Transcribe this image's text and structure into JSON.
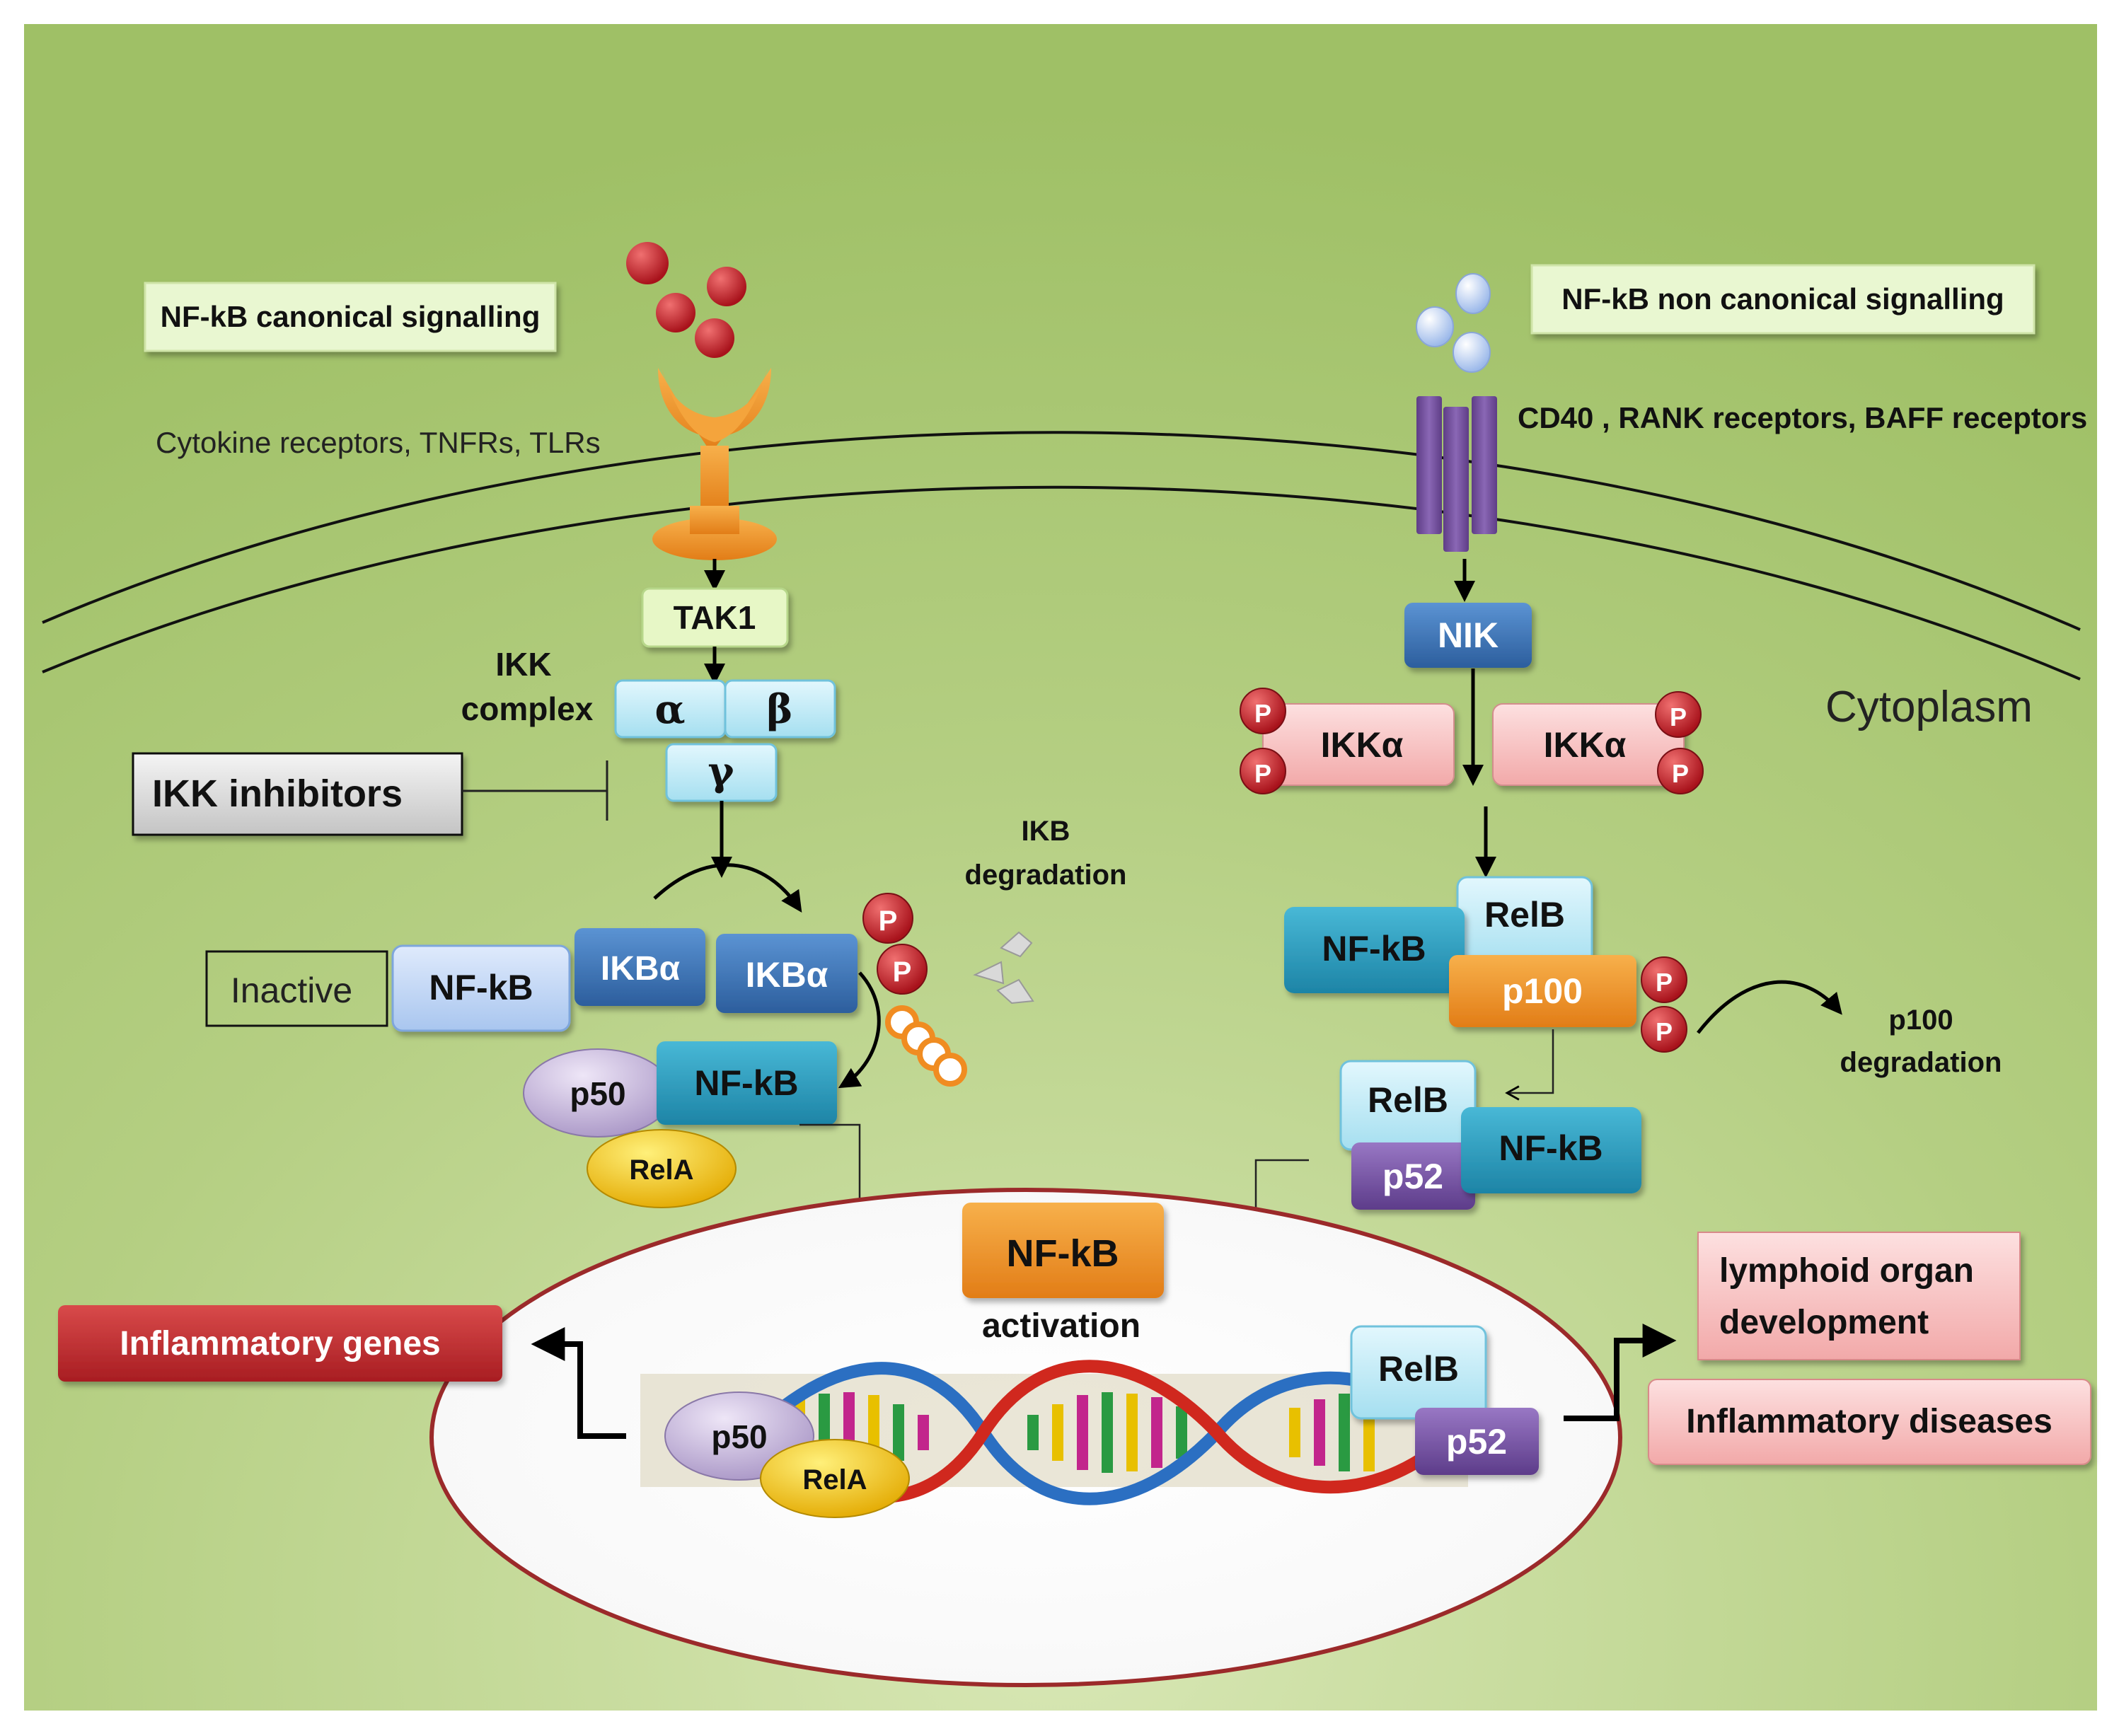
{
  "labels": {
    "canonical_title": "NF-kB canonical signalling",
    "noncanonical_title": "NF-kB non canonical signalling",
    "canonical_receptors": "Cytokine receptors,  TNFRs, TLRs",
    "noncanonical_receptors": "CD40 , RANK receptors, BAFF receptors",
    "cytoplasm": "Cytoplasm",
    "tak1": "TAK1",
    "ikk_complex_line1": "IKK",
    "ikk_complex_line2": "complex",
    "ikk_alpha": "α",
    "ikk_beta": "β",
    "ikk_gamma": "γ",
    "ikk_inhibitors": "IKK inhibitors",
    "ikb_degradation_line1": "IKB",
    "ikb_degradation_line2": "degradation",
    "inactive": "Inactive",
    "nfkb": "NF-kB",
    "ikba": "IKBα",
    "p": "P",
    "p50": "p50",
    "rela": "RelA",
    "nik": "NIK",
    "ikkalpha": "IKKα",
    "relb": "RelB",
    "p100": "p100",
    "p100_degradation_line1": "p100",
    "p100_degradation_line2": "degradation",
    "p52": "p52",
    "nfkb_activation_box": "NF-kB",
    "activation": "activation",
    "inflammatory_genes": "Inflammatory genes",
    "lymphoid_line1": "lymphoid organ",
    "lymphoid_line2": "development",
    "inflammatory_diseases": "Inflammatory diseases"
  },
  "colors": {
    "background_light": "#c9dc9f",
    "background_dark": "#9dbf62",
    "receptor_orange": "#f0962a",
    "receptor_purple": "#7b54a6",
    "ligand_red": "#c4222e",
    "ligand_blue": "#b9cdf0",
    "ikk_light_blue": "#b5e8f5",
    "ikba_blue": "#3a74b8",
    "nfkb_teal": "#2a9dc0",
    "nfkb_light": "#c0d8f5",
    "p50_lavender": "#c6b6da",
    "rela_yellow": "#f4c400",
    "relb_pale": "#c9eefb",
    "p100_orange": "#f08c21",
    "p52_purple": "#7b54a6",
    "phospho_red": "#c4222e",
    "ikkalpha_pink": "#f8c8c8",
    "label_green": "#e8f7cf",
    "inflammatory_red": "#c4262b",
    "outcome_pink": "#f9cfd0",
    "nucleus_border": "#9b2a2a"
  }
}
